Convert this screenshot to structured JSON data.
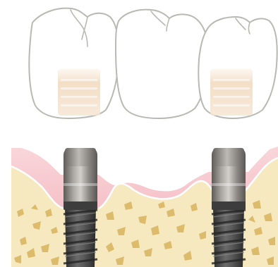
{
  "diagram": {
    "subject": "implant-supported-bridge",
    "crowns": 3,
    "implants": 2,
    "colors": {
      "background": "#ffffff",
      "crown_outline": "#b9b9b4",
      "crown_fill": "#ffffff",
      "crown_socket": "#f4dfc8",
      "gum": "#f6c3c9",
      "gum_edge": "#ffffff",
      "bone": "#f6e8bf",
      "bone_speckle": "#d9b96a",
      "abutment_light": "#c8c4bf",
      "abutment_dark": "#6f6b68",
      "implant_screw": "#4a4a4a"
    }
  }
}
